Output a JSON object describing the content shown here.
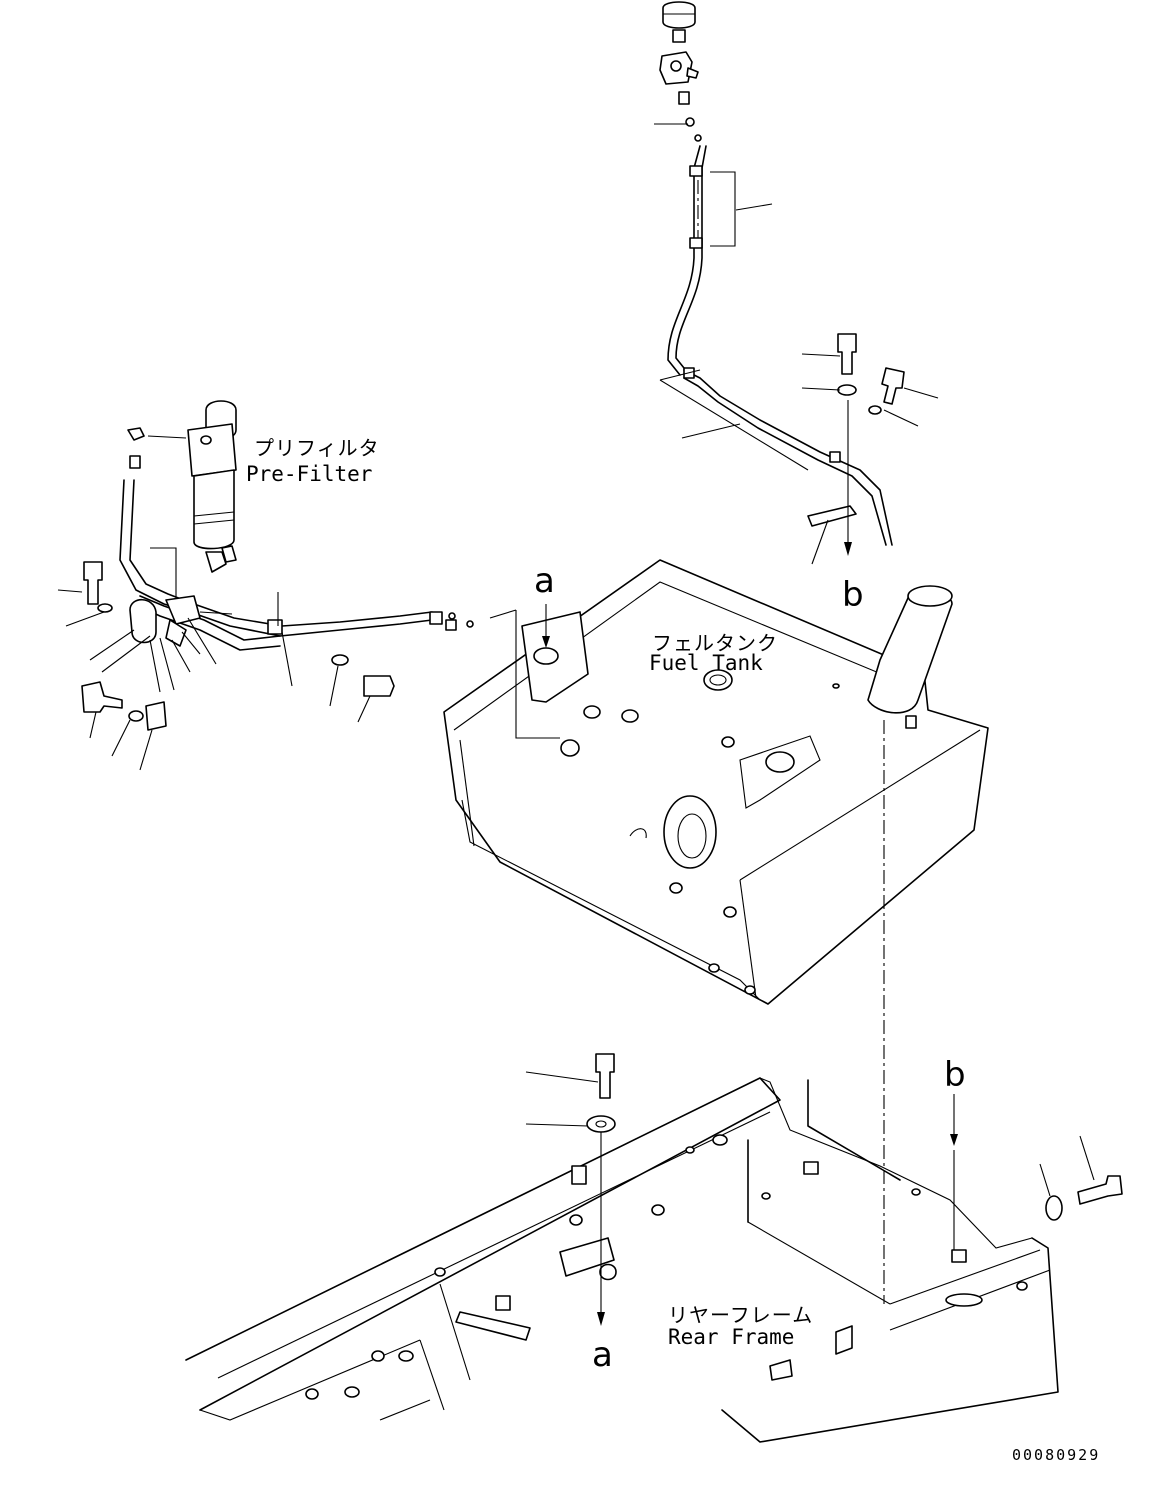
{
  "labels": {
    "prefilter_jp": "プリフィルタ",
    "prefilter_en": "Pre-Filter",
    "fueltank_jp": "フェルタンク",
    "fueltank_en": "Fuel Tank",
    "rearframe_jp": "リヤーフレーム",
    "rearframe_en": "Rear Frame"
  },
  "callouts": {
    "a_top": "a",
    "b_top": "b",
    "b_right": "b",
    "a_bottom": "a"
  },
  "drawing_number": "00080929"
}
